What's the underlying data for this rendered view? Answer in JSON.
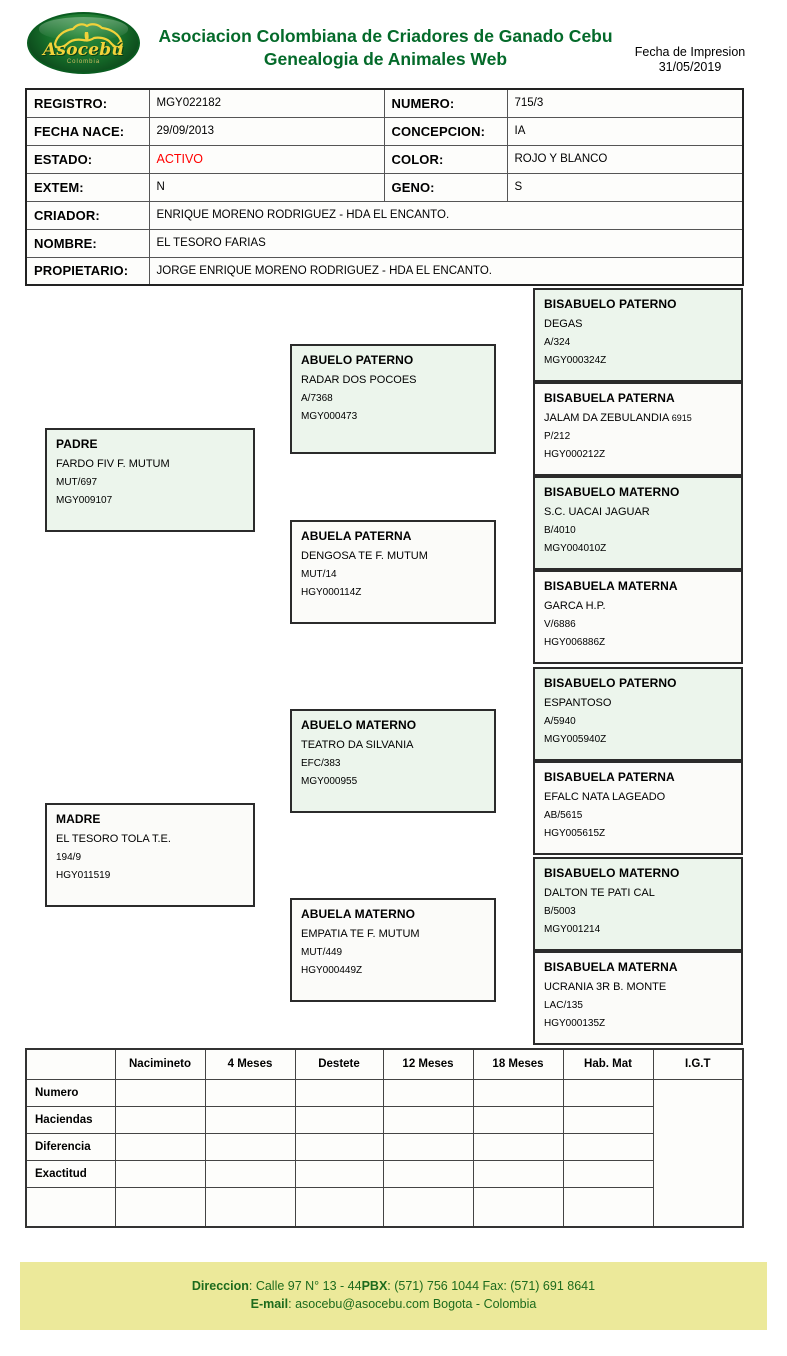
{
  "header": {
    "logo_wordmark": "Asocebú",
    "logo_sub": "Colombia",
    "org_title": "Asociacion Colombiana de Criadores de Ganado Cebu",
    "org_subtitle": "Genealogia de Animales Web",
    "print_date_label": "Fecha de Impresion",
    "print_date_value": "31/05/2019"
  },
  "info": {
    "registro_label": "REGISTRO:",
    "registro_value": "MGY022182",
    "numero_label": "NUMERO:",
    "numero_value": "715/3",
    "fecha_nace_label": "FECHA NACE:",
    "fecha_nace_value": "29/09/2013",
    "concepcion_label": "CONCEPCION:",
    "concepcion_value": "IA",
    "estado_label": "ESTADO:",
    "estado_value": "ACTIVO",
    "color_label": "COLOR:",
    "color_value": "ROJO Y BLANCO",
    "extem_label": "EXTEM:",
    "extem_value": "N",
    "geno_label": "GENO:",
    "geno_value": "S",
    "criador_label": "CRIADOR:",
    "criador_value": "ENRIQUE MORENO RODRIGUEZ - HDA EL ENCANTO.",
    "nombre_label": "NOMBRE:",
    "nombre_value": "EL TESORO FARIAS",
    "propietario_label": "PROPIETARIO:",
    "propietario_value": "JORGE ENRIQUE MORENO RODRIGUEZ - HDA EL ENCANTO."
  },
  "pedigree": {
    "padre": {
      "title": "PADRE",
      "name": "FARDO FIV F. MUTUM",
      "herdbook": "MUT/697",
      "registry": "MGY009107"
    },
    "madre": {
      "title": "MADRE",
      "name": "EL TESORO TOLA T.E.",
      "herdbook": "194/9",
      "registry": "HGY011519"
    },
    "abuelo_paterno": {
      "title": "ABUELO PATERNO",
      "name": "RADAR DOS POCOES",
      "herdbook": "A/7368",
      "registry": "MGY000473"
    },
    "abuela_paterna": {
      "title": "ABUELA PATERNA",
      "name": "DENGOSA TE F. MUTUM",
      "herdbook": "MUT/14",
      "registry": "HGY000114Z"
    },
    "abuelo_materno": {
      "title": "ABUELO MATERNO",
      "name": "TEATRO DA SILVANIA",
      "herdbook": "EFC/383",
      "registry": "MGY000955"
    },
    "abuela_materno": {
      "title": "ABUELA MATERNO",
      "name": "EMPATIA TE F. MUTUM",
      "herdbook": "MUT/449",
      "registry": "HGY000449Z"
    },
    "bisabuelos": [
      {
        "title": "BISABUELO PATERNO",
        "name": "DEGAS",
        "name_suffix": "",
        "herdbook": "A/324",
        "registry": "MGY000324Z",
        "sex": "male"
      },
      {
        "title": "BISABUELA PATERNA",
        "name": "JALAM DA ZEBULANDIA",
        "name_suffix": "6915",
        "herdbook": "P/212",
        "registry": "HGY000212Z",
        "sex": "female"
      },
      {
        "title": "BISABUELO MATERNO",
        "name": "S.C. UACAI JAGUAR",
        "name_suffix": "",
        "herdbook": "B/4010",
        "registry": "MGY004010Z",
        "sex": "male"
      },
      {
        "title": "BISABUELA MATERNA",
        "name": "GARCA H.P.",
        "name_suffix": "",
        "herdbook": "V/6886",
        "registry": "HGY006886Z",
        "sex": "female"
      },
      {
        "title": "BISABUELO PATERNO",
        "name": "ESPANTOSO",
        "name_suffix": "",
        "herdbook": "A/5940",
        "registry": "MGY005940Z",
        "sex": "male"
      },
      {
        "title": "BISABUELA PATERNA",
        "name": "EFALC NATA LAGEADO",
        "name_suffix": "",
        "herdbook": "AB/5615",
        "registry": "HGY005615Z",
        "sex": "female"
      },
      {
        "title": "BISABUELO MATERNO",
        "name": "DALTON TE PATI CAL",
        "name_suffix": "",
        "herdbook": "B/5003",
        "registry": "MGY001214",
        "sex": "male"
      },
      {
        "title": "BISABUELA MATERNA",
        "name": "UCRANIA 3R B. MONTE",
        "name_suffix": "",
        "herdbook": "LAC/135",
        "registry": "HGY000135Z",
        "sex": "female"
      }
    ]
  },
  "performance_table": {
    "columns": [
      "",
      "Nacimineto",
      "4 Meses",
      "Destete",
      "12 Meses",
      "18 Meses",
      "Hab. Mat",
      "I.G.T"
    ],
    "rows": [
      {
        "label": "Numero",
        "values": [
          "",
          "",
          "",
          "",
          "",
          ""
        ]
      },
      {
        "label": "Haciendas",
        "values": [
          "",
          "",
          "",
          "",
          "",
          ""
        ]
      },
      {
        "label": "Diferencia",
        "values": [
          "",
          "",
          "",
          "",
          "",
          ""
        ]
      },
      {
        "label": "Exactitud",
        "values": [
          "",
          "",
          "",
          "",
          "",
          ""
        ]
      },
      {
        "label": "",
        "values": [
          "",
          "",
          "",
          "",
          "",
          ""
        ]
      }
    ],
    "igt_value": ""
  },
  "footer": {
    "direccion_label": "Direccion",
    "direccion_value": ": Calle 97 N°  13 - 44",
    "pbx_label": "PBX",
    "pbx_value": ": (571) 756 1044 Fax: (571) 691 8641",
    "email_label": "E-mail",
    "email_value": ": asocebu@asocebu.com Bogota - Colombia"
  },
  "colors": {
    "brand_green": "#046a2a",
    "footer_bg": "#ece99a",
    "male_box_bg": "#ecf5ec",
    "status_red": "#ff0000"
  }
}
